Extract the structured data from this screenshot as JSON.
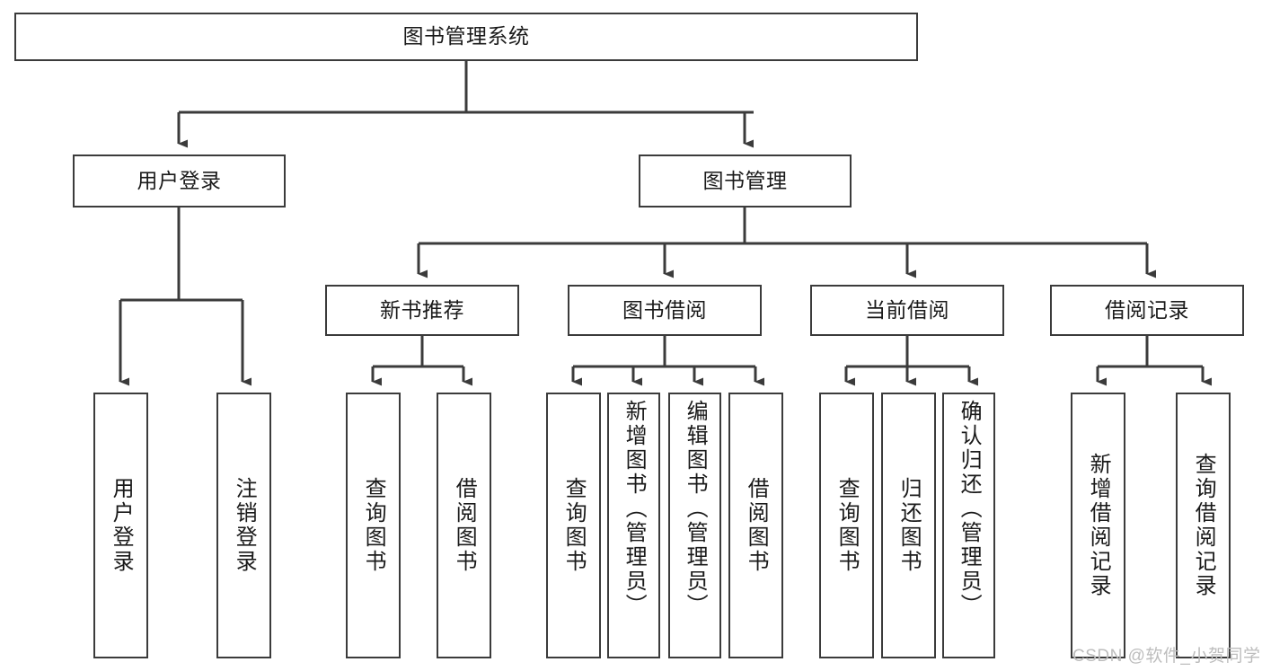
{
  "diagram": {
    "type": "tree-hierarchy",
    "title": "图书管理系统",
    "root": {
      "label": "图书管理系统"
    },
    "level2": [
      {
        "label": "用户登录"
      },
      {
        "label": "图书管理"
      }
    ],
    "level3": [
      {
        "label": "新书推荐"
      },
      {
        "label": "图书借阅"
      },
      {
        "label": "当前借阅"
      },
      {
        "label": "借阅记录"
      }
    ],
    "leaves": {
      "user_login": [
        {
          "label": "用户登录"
        },
        {
          "label": "注销登录"
        }
      ],
      "new_book_recommend": [
        {
          "label": "查询图书"
        },
        {
          "label": "借阅图书"
        }
      ],
      "book_borrow": [
        {
          "label": "查询图书"
        },
        {
          "label": "新增图书（管理员）"
        },
        {
          "label": "编辑图书（管理员）"
        },
        {
          "label": "借阅图书"
        }
      ],
      "current_borrow": [
        {
          "label": "查询图书"
        },
        {
          "label": "归还图书"
        },
        {
          "label": "确认归还（管理员）"
        }
      ],
      "borrow_record": [
        {
          "label": "新增借阅记录"
        },
        {
          "label": "查询借阅记录"
        }
      ]
    }
  },
  "watermark": {
    "text": "CSDN @软件_小贺同学"
  },
  "colors": {
    "stroke": "#3b3b3b",
    "fill": "#ffffff",
    "text": "#1a1a1a",
    "watermark": "#bdbdbd"
  }
}
